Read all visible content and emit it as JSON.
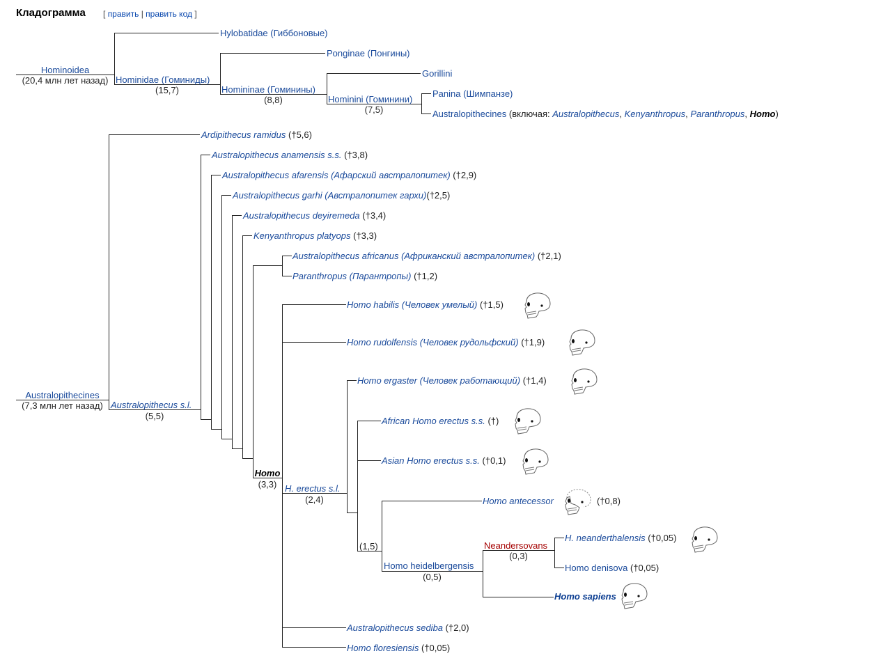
{
  "header": {
    "title": "Кладограмма",
    "bracket_open": "[",
    "edit_label": "править",
    "separator": "|",
    "edit_code_label": "править код",
    "bracket_close": "]"
  },
  "top_tree": {
    "root": {
      "label": "Hominoidea",
      "age": "(20,4 млн лет назад)"
    },
    "hylobatidae": "Hylobatidae (Гиббоновые)",
    "hominidae": {
      "label": "Hominidae (Гоминиды)",
      "age": "(15,7)"
    },
    "ponginae": "Ponginae (Понгины)",
    "homininae": {
      "label": "Homininae (Гоминины)",
      "age": "(8,8)"
    },
    "gorillini": "Gorillini",
    "hominini": {
      "label": "Hominini (Гоминини)",
      "age": "(7,5)"
    },
    "panina": "Panina",
    "panina_ru": "(Шимпанзе)",
    "australopithecines": "Australopithecines",
    "including_prefix": "(включая:",
    "including": [
      "Australopithecus",
      "Kenyanthropus",
      "Paranthropus",
      "Homo"
    ],
    "comma": ",",
    "close_paren": ")"
  },
  "bottom_tree": {
    "root": {
      "label": "Australopithecines",
      "age": "(7,3 млн лет назад)"
    },
    "australopithecus_sl": {
      "label": "Australopithecus s.l.",
      "age": "(5,5)"
    },
    "homo_node": {
      "label": "Homo",
      "age": "(3,3)"
    },
    "erectus_sl": {
      "label": "H. erectus s.l.",
      "age": "(2,4)"
    },
    "node_1_5": "(1,5)",
    "heidelbergensis": {
      "label": "Homo heidelbergensis",
      "age": "(0,5)"
    },
    "neandersovans": {
      "label": "Neandersovans",
      "age": "(0,3)"
    },
    "taxa": [
      {
        "name": "Ardipithecus ramidus",
        "extra": "(†5,6)"
      },
      {
        "name": "Australopithecus anamensis s.s.",
        "extra": "(†3,8)"
      },
      {
        "name": "Australopithecus afarensis (Афарский австралопитек)",
        "extra": "(†2,9)"
      },
      {
        "name": "Australopithecus garhi (Австралопитек гархи)",
        "extra": "(†2,5)"
      },
      {
        "name": "Australopithecus deyiremeda",
        "extra": "(†3,4)"
      },
      {
        "name": "Kenyanthropus platyops",
        "extra": "(†3,3)"
      },
      {
        "name": "Australopithecus africanus (Африканский австралопитек)",
        "extra": "(†2,1)"
      },
      {
        "name": "Paranthropus (Парантропы)",
        "extra": "(†1,2)"
      },
      {
        "name": "Homo habilis (Человек умелый)",
        "extra": "(†1,5)",
        "icon": "skull-icon"
      },
      {
        "name": "Homo rudolfensis (Человек рудольфский)",
        "extra": "(†1,9)",
        "icon": "skull-icon"
      },
      {
        "name": "Homo ergaster (Человек работающий)",
        "extra": "(†1,4)",
        "icon": "skull-icon"
      },
      {
        "name": "African Homo erectus s.s.",
        "extra": "(†)",
        "icon": "skull-icon"
      },
      {
        "name": "Asian Homo erectus s.s.",
        "extra": "(†0,1)",
        "icon": "skull-icon"
      },
      {
        "name": "Homo antecessor",
        "extra": "(†0,8)",
        "icon": "skull-icon-partial"
      },
      {
        "name": "H. neanderthalensis",
        "extra": "(†0,05)",
        "icon": "skull-icon"
      },
      {
        "name": "Homo denisova",
        "extra": "(†0,05)"
      },
      {
        "name": "Homo sapiens",
        "extra": "",
        "icon": "skull-icon"
      },
      {
        "name": "Australopithecus sediba",
        "extra": "(†2,0)"
      },
      {
        "name": "Homo floresiensis",
        "extra": "(†0,05)"
      }
    ]
  },
  "colors": {
    "link": "#1a4a9b",
    "red_link": "#a50000",
    "line": "#222222"
  }
}
